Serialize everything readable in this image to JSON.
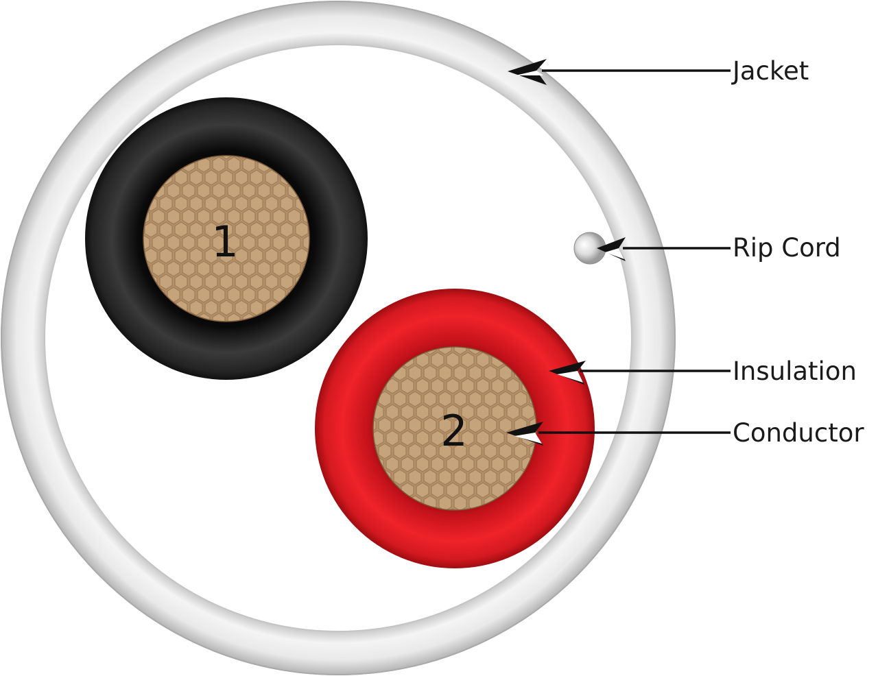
{
  "diagram": {
    "title": "Two-conductor cable cross-section",
    "wires": [
      {
        "number": "1",
        "insulation_color": "#1c1c1c",
        "conductor_color": "#b08a5e"
      },
      {
        "number": "2",
        "insulation_color": "#e01b22",
        "conductor_color": "#b08a5e"
      }
    ],
    "jacket_color": "#e6e6e6",
    "callouts": {
      "jacket": "Jacket",
      "rip_cord": "Rip Cord",
      "insulation": "Insulation",
      "conductor": "Conductor"
    }
  }
}
